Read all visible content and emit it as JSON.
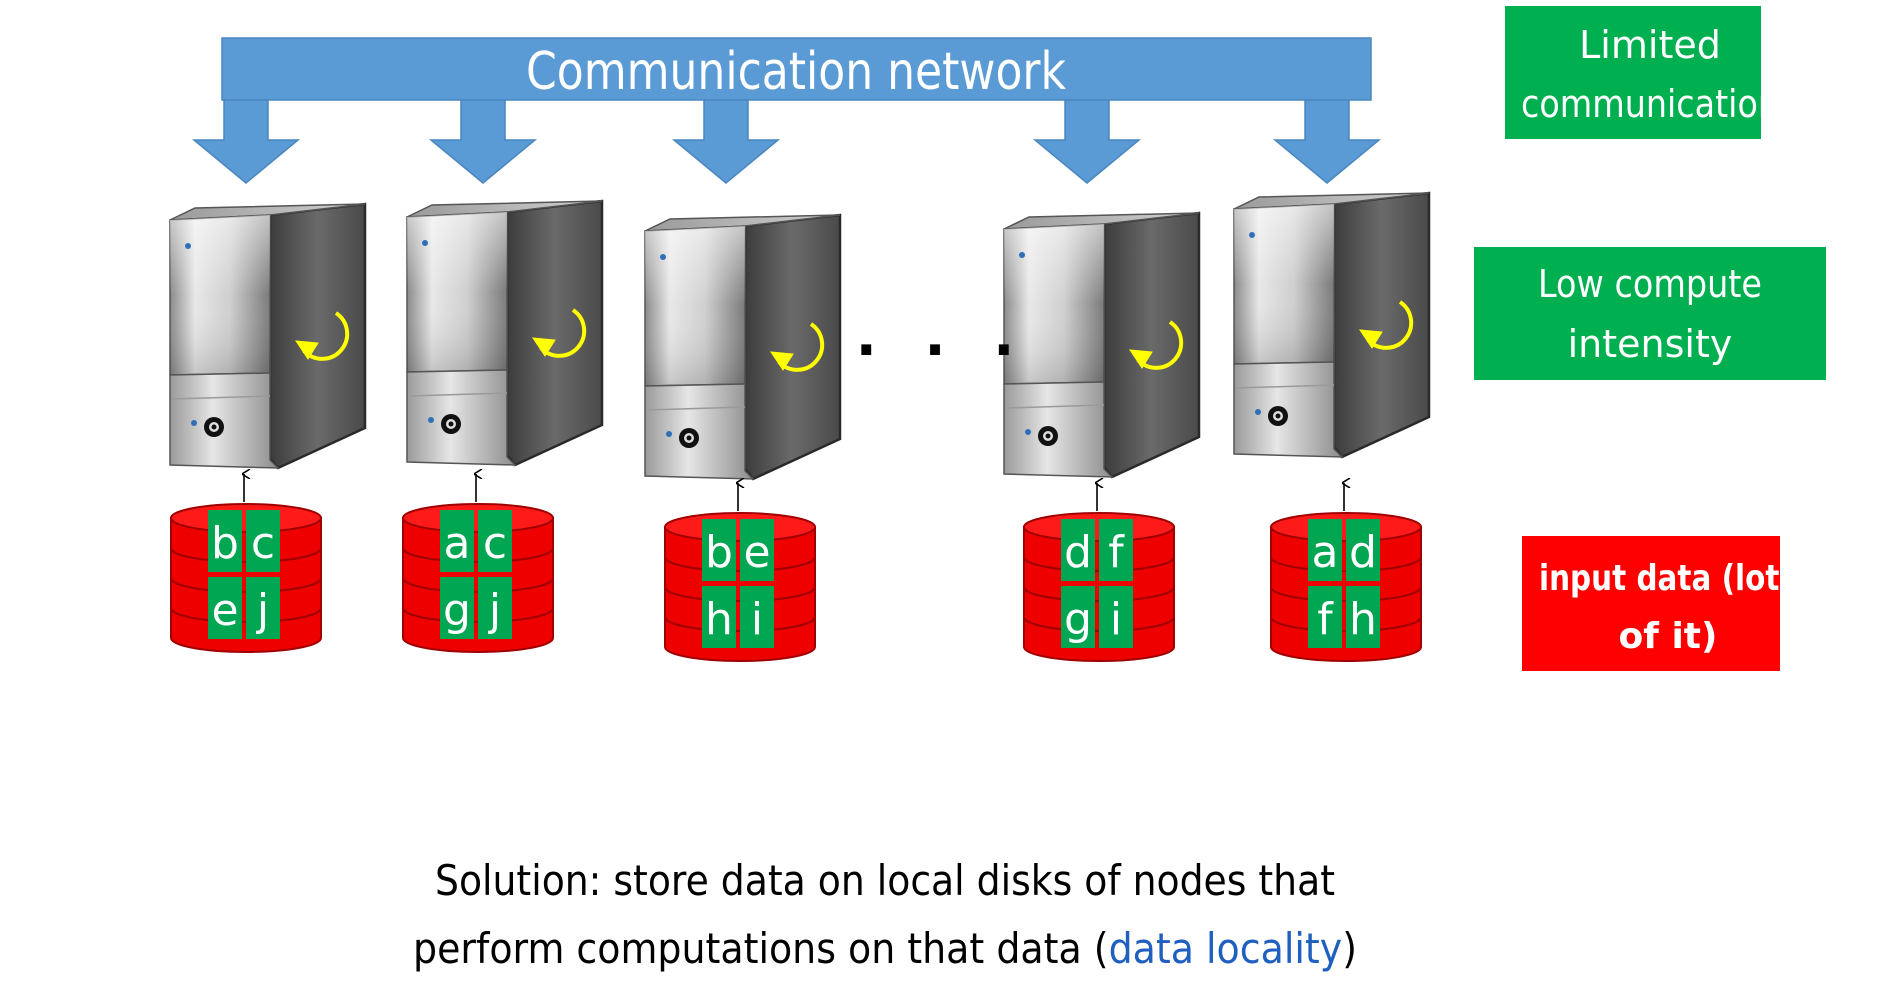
{
  "network": {
    "label": "Communication network"
  },
  "labels": {
    "limited_communication": [
      "Limited",
      "communication"
    ],
    "low_compute": [
      "Low compute",
      "intensity"
    ],
    "input_data": [
      "input data (lots",
      "of it)"
    ]
  },
  "colors": {
    "network_blue": "#5b9bd5",
    "green_box": "#00b050",
    "red_box": "#ff0000",
    "disk_red": "#ee0000",
    "chunk_green": "#00a651",
    "loading_arrow": "#ffff00",
    "highlight_blue": "#1f5fbf"
  },
  "ellipsis": ". . .",
  "nodes": [
    {
      "top_chunks": [
        "b",
        "c"
      ],
      "bottom_chunks": [
        "e",
        "j"
      ]
    },
    {
      "top_chunks": [
        "a",
        "c"
      ],
      "bottom_chunks": [
        "g",
        "j"
      ]
    },
    {
      "top_chunks": [
        "b",
        "e"
      ],
      "bottom_chunks": [
        "h",
        "i"
      ]
    },
    {
      "top_chunks": [
        "d",
        "f"
      ],
      "bottom_chunks": [
        "g",
        "i"
      ]
    },
    {
      "top_chunks": [
        "a",
        "d"
      ],
      "bottom_chunks": [
        "f",
        "h"
      ]
    }
  ],
  "caption": {
    "line1": "Solution: store data on local disks of nodes that",
    "line2_prefix": "perform computations on that data (",
    "line2_highlight": "data locality",
    "line2_suffix": ")"
  }
}
